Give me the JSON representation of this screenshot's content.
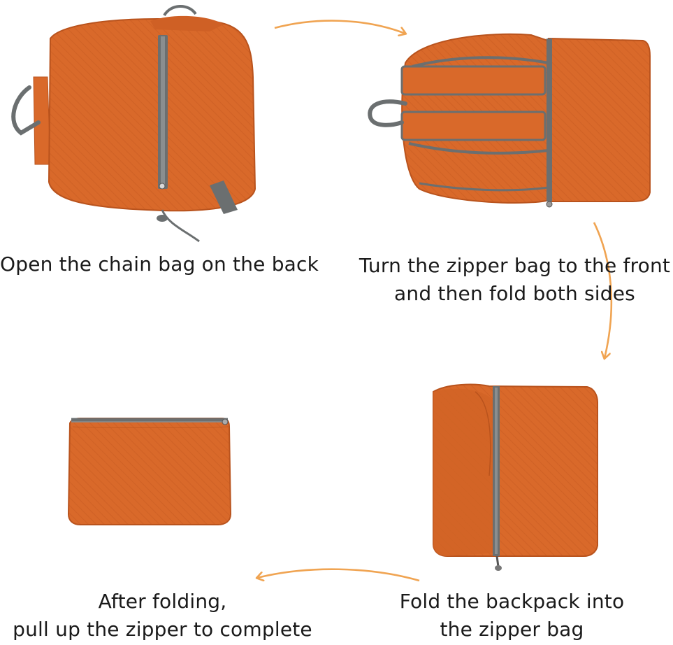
{
  "steps": [
    {
      "lines": [
        "Open the chain bag on the back"
      ]
    },
    {
      "lines": [
        "Turn the zipper bag to the front",
        "and then fold both sides"
      ]
    },
    {
      "lines": [
        "Fold the backpack into",
        "the zipper bag"
      ]
    },
    {
      "lines": [
        "After folding,",
        "pull up the zipper to complete"
      ]
    }
  ],
  "colors": {
    "bag_orange": "#d9692a",
    "bag_orange_dark": "#b9531d",
    "trim_gray": "#6b6f70",
    "arrow_orange": "#f0a452"
  }
}
